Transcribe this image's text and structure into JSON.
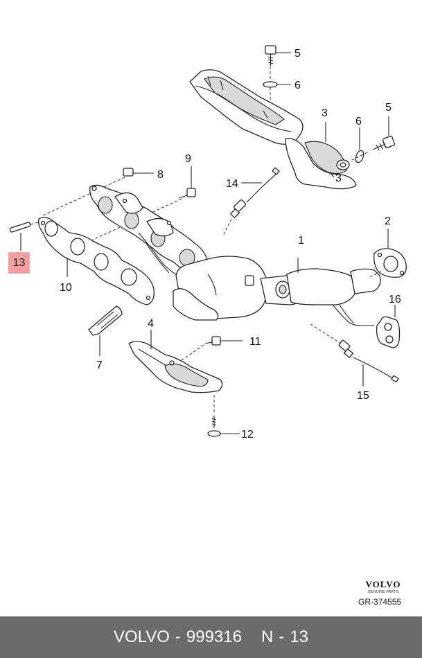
{
  "callouts": {
    "c1": "1",
    "c2": "2",
    "c3a": "3",
    "c3b": "3",
    "c4": "4",
    "c5a": "5",
    "c5b": "5",
    "c6a": "6",
    "c6b": "6",
    "c7": "7",
    "c8": "8",
    "c9": "9",
    "c10": "10",
    "c11": "11",
    "c12": "12",
    "c13": "13",
    "c14": "14",
    "c15": "15",
    "c16": "16"
  },
  "brand": {
    "logo": "VOLVO",
    "subtitle": "GENUINE PARTS"
  },
  "reference_code": "GR-374555",
  "footer": {
    "brand": "VOLVO",
    "separator": "-",
    "part_number": "999316",
    "page_prefix": "N",
    "page_number": "13"
  },
  "colors": {
    "highlight": "#f4a0a0",
    "footer_bg": "#6b6b6b",
    "footer_text": "#ffffff"
  }
}
